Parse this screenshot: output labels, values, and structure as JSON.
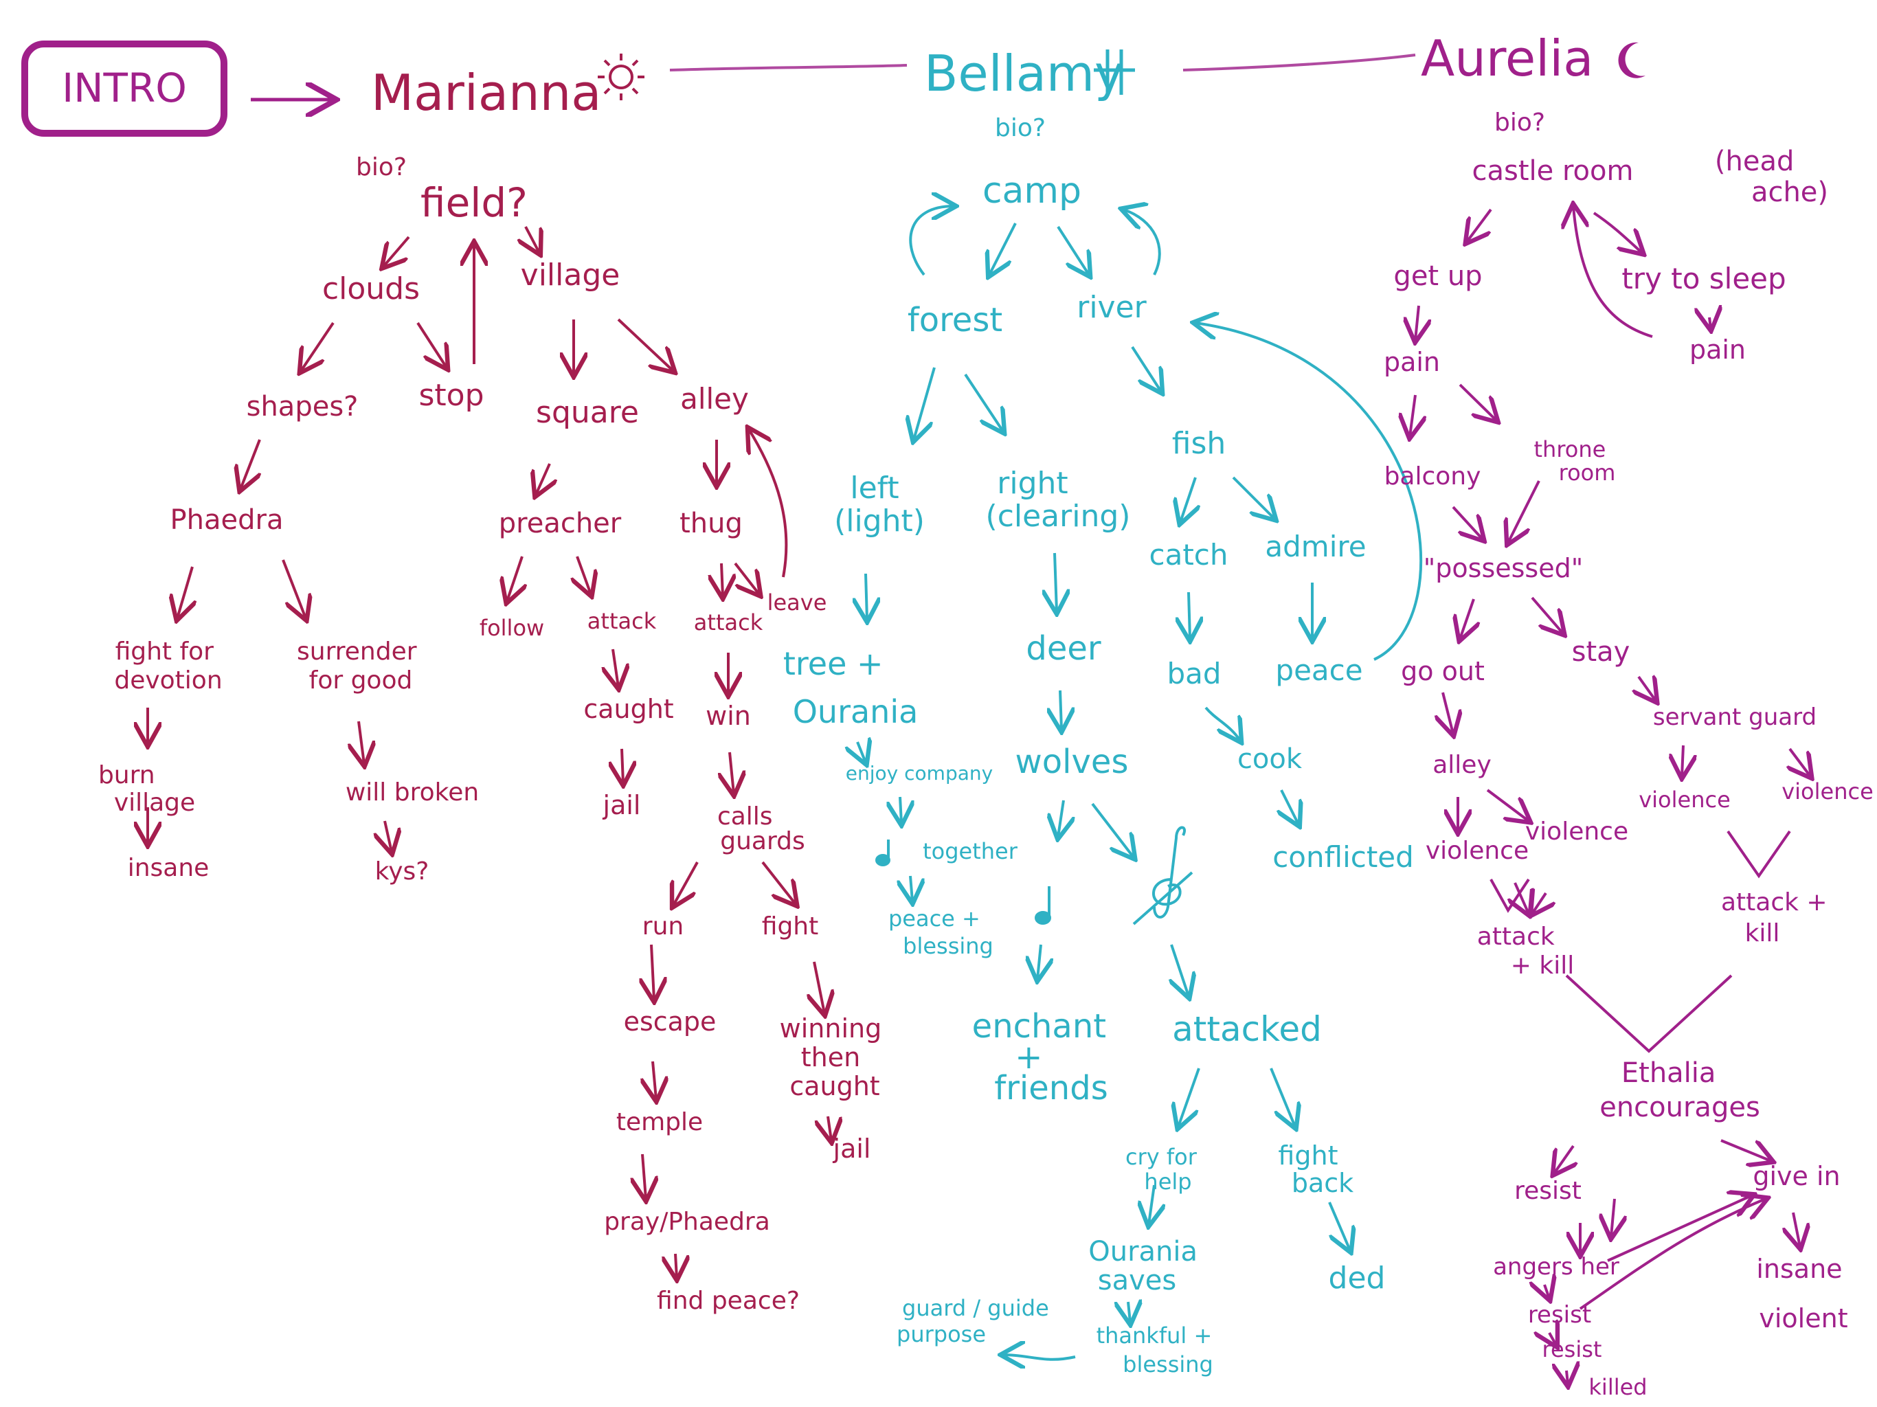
{
  "colors": {
    "marianna": "#a51e4e",
    "bellamy": "#2fb1c4",
    "aurelia": "#a0208a",
    "link": "#b04aa0"
  },
  "header": {
    "intro": "INTRO",
    "marianna": "Marianna",
    "bellamy": "Bellamy",
    "aurelia": "Aurelia"
  },
  "marianna": {
    "bio": "bio?",
    "field": "field?",
    "clouds": "clouds",
    "village": "village",
    "shapes": "shapes?",
    "stop": "stop",
    "square": "square",
    "alley": "alley",
    "phaedra": "Phaedra",
    "preacher": "preacher",
    "thug": "thug",
    "follow": "follow",
    "attack1": "attack",
    "attack2": "attack",
    "leave": "leave",
    "fight_line1": "fight for",
    "fight_line2": "devotion",
    "surrender_line1": "surrender",
    "surrender_line2": "for good",
    "caught": "caught",
    "win": "win",
    "burn_line1": "burn",
    "burn_line2": "village",
    "will_broken": "will broken",
    "jail1": "jail",
    "calls_line1": "calls",
    "calls_line2": "guards",
    "insane": "insane",
    "kys": "kys?",
    "run": "run",
    "fight": "fight",
    "escape": "escape",
    "winning_line1": "winning",
    "winning_line2": "then",
    "winning_line3": "caught",
    "temple": "temple",
    "jail2": "jail",
    "pray": "pray/Phaedra",
    "find_peace": "find peace?"
  },
  "bellamy": {
    "bio": "bio?",
    "camp": "camp",
    "forest": "forest",
    "river": "river",
    "left_line1": "left",
    "left_line2": "(light)",
    "right_line1": "right",
    "right_line2": "(clearing)",
    "fish": "fish",
    "catch": "catch",
    "admire": "admire",
    "tree_line1": "tree +",
    "tree_line2": "Ourania",
    "deer": "deer",
    "bad": "bad",
    "peace": "peace",
    "enjoy": "enjoy company",
    "wolves": "wolves",
    "cook": "cook",
    "together": "together",
    "conflicted": "conflicted",
    "peace_line1": "peace +",
    "peace_line2": "blessing",
    "enchant_line1": "enchant",
    "enchant_line2": "+",
    "enchant_line3": "friends",
    "attacked": "attacked",
    "cry_line1": "cry for",
    "cry_line2": "help",
    "fightback_line1": "fight",
    "fightback_line2": "back",
    "saves_line1": "Ourania",
    "saves_line2": "saves",
    "ded": "ded",
    "thankful_line1": "thankful +",
    "thankful_line2": "blessing",
    "guard_line1": "guard / guide",
    "guard_line2": "purpose"
  },
  "aurelia": {
    "bio": "bio?",
    "castle": "castle room",
    "headache_line1": "(head",
    "headache_line2": "ache)",
    "get_up": "get up",
    "try_sleep": "try to sleep",
    "pain1": "pain",
    "pain2": "pain",
    "balcony": "balcony",
    "throne_line1": "throne",
    "throne_line2": "room",
    "possessed": "\"possessed\"",
    "go_out": "go out",
    "stay": "stay",
    "alley": "alley",
    "servant_guard": "servant guard",
    "violence1": "violence",
    "violence2": "violence",
    "violence3": "violence",
    "violence4": "violence",
    "attack_kill1_line1": "attack",
    "attack_kill1_line2": "+ kill",
    "attack_kill2_line1": "attack +",
    "attack_kill2_line2": "kill",
    "eth_line1": "Ethalia",
    "eth_line2": "encourages",
    "resist1": "resist",
    "give_in": "give in",
    "angers_her": "angers her",
    "insane_violent_line1": "insane",
    "insane_violent_line2": "violent",
    "resist2": "resist",
    "resist3": "resist",
    "killed": "killed"
  }
}
